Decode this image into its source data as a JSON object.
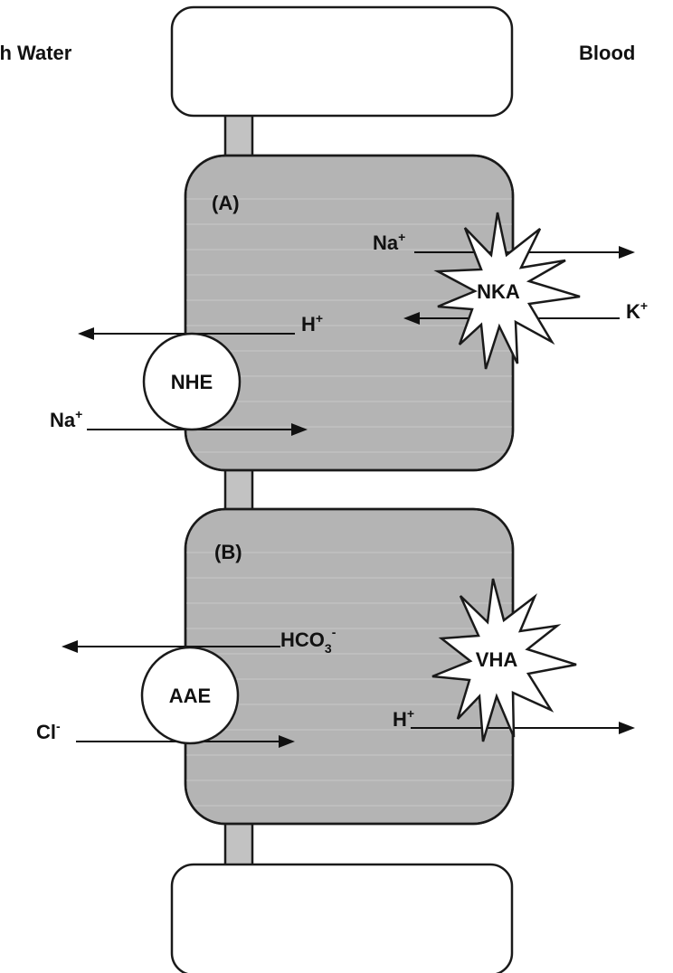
{
  "sides": {
    "left": "Fresh Water",
    "right": "Blood"
  },
  "cell_a": {
    "label": "(A)",
    "nhe": "NHE",
    "nka": "NKA",
    "na_nka": "Na",
    "na_nka_sup": "+",
    "k": "K",
    "k_sup": "+",
    "h": "H",
    "h_sup": "+",
    "na_nhe": "Na",
    "na_nhe_sup": "+"
  },
  "cell_b": {
    "label": "(B)",
    "aae": "AAE",
    "vha": "VHA",
    "hco3": "HCO",
    "hco3_sub": "3",
    "hco3_sup": "-",
    "cl": "Cl",
    "cl_sup": "-",
    "h": "H",
    "h_sup": "+"
  }
}
